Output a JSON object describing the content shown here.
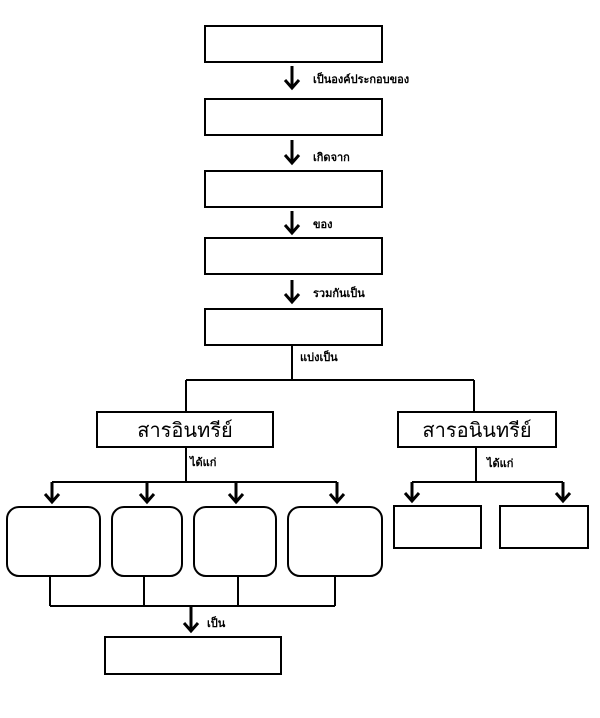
{
  "relations": {
    "r1": "เป็นองค์ประกอบของ",
    "r2": "เกิดจาก",
    "r3": "ของ",
    "r4": "รวมกันเป็น",
    "r5": "แบ่งเป็น",
    "r6": "ได้แก่",
    "r7": "ได้แก่",
    "r8": "เป็น"
  },
  "categories": {
    "organic": "สารอินทรีย์",
    "inorganic": "สารอนินทรีย์"
  },
  "colors": {
    "stroke": "#000000",
    "fill": "#ffffff"
  }
}
